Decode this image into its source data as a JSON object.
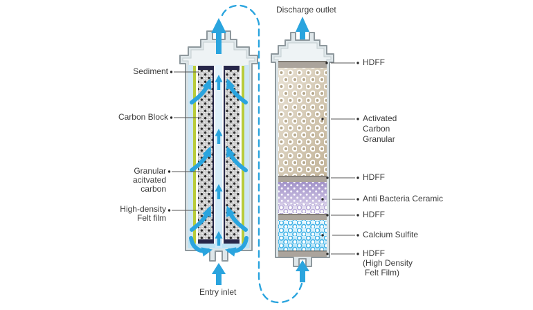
{
  "colors": {
    "accent_blue": "#2aa4de",
    "shell_gray": "#dfe7ea",
    "green_stripe": "#b9cc3a",
    "granular_tan": "#cdbfa6",
    "ceramic_purple": "#a192c8",
    "calcium_blue": "#bfe7f8",
    "hdff_gray": "#aba49c"
  },
  "left_cartridge": {
    "labels": {
      "sediment": "Sediment",
      "carbon_block": "Carbon Block",
      "granular_activated_carbon": [
        "Granular",
        "acitvated",
        "carbon"
      ],
      "high_density_felt_film": [
        "High-density",
        "Felt film"
      ]
    },
    "entry_label": "Entry inlet"
  },
  "right_cartridge": {
    "discharge_label": "Discharge outlet",
    "labels": {
      "hdff_top": "HDFF",
      "activated_carbon_granular": [
        "Activated",
        "Carbon",
        "Granular"
      ],
      "hdff_mid1": "HDFF",
      "anti_bacteria_ceramic": "Anti Bacteria Ceramic",
      "hdff_mid2": "HDFF",
      "calcium_sulfite": "Calcium Sulfite",
      "hdff_bottom": [
        "HDFF",
        "(High Density",
        "Felt Film)"
      ]
    }
  }
}
